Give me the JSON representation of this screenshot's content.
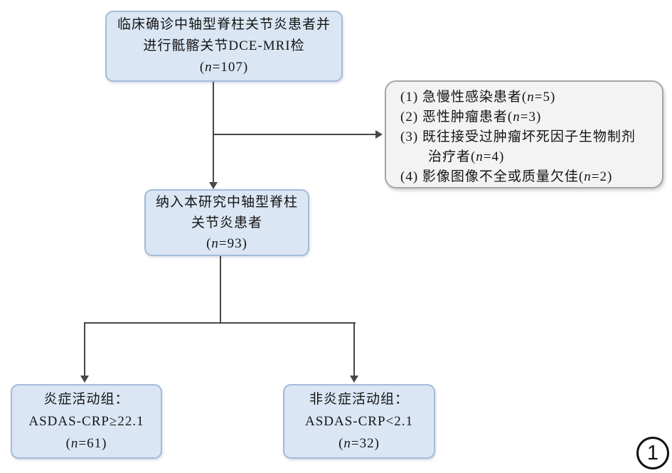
{
  "figure": {
    "badge": "1",
    "colors": {
      "box_fill": "#dbe6f4",
      "box_border": "#a3bbd9",
      "note_fill": "#f3f3f3",
      "note_border": "#a6a6a6",
      "line": "#474747"
    },
    "top_box": {
      "lines": [
        "临床确诊中轴型脊柱关节炎患者并",
        "进行骶髂关节DCE-MRI检",
        "(n=107)"
      ]
    },
    "exclusion_box": {
      "items": [
        "(1) 急慢性感染患者(n=5)",
        "(2) 恶性肿瘤患者(n=3)",
        "(3) 既往接受过肿瘤坏死因子生物制剂治疗者(n=4)",
        "(4) 影像图像不全或质量欠佳(n=2)"
      ]
    },
    "included_box": {
      "lines": [
        "纳入本研究中轴型脊柱",
        "关节炎患者",
        "(n=93)"
      ]
    },
    "active_group_box": {
      "lines": [
        "炎症活动组：",
        "ASDAS-CRP≥22.1",
        "(n=61)"
      ]
    },
    "inactive_group_box": {
      "lines": [
        "非炎症活动组：",
        "ASDAS-CRP<2.1",
        "(n=32)"
      ]
    }
  }
}
